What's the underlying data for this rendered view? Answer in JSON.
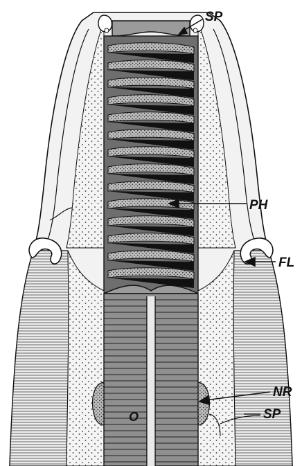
{
  "figure": {
    "labels": {
      "sp_top": "SP",
      "ph": "PH",
      "fl": "FL",
      "nr": "NR",
      "sp_bottom": "SP",
      "o": "O"
    },
    "colors": {
      "ink": "#111111",
      "body_fill": "#f1f1f1",
      "tissue_fill": "#e6e6e6",
      "lumen": "#6e6e6e",
      "ring": "#a9a9a9",
      "dark": "#1a1a1a"
    }
  }
}
